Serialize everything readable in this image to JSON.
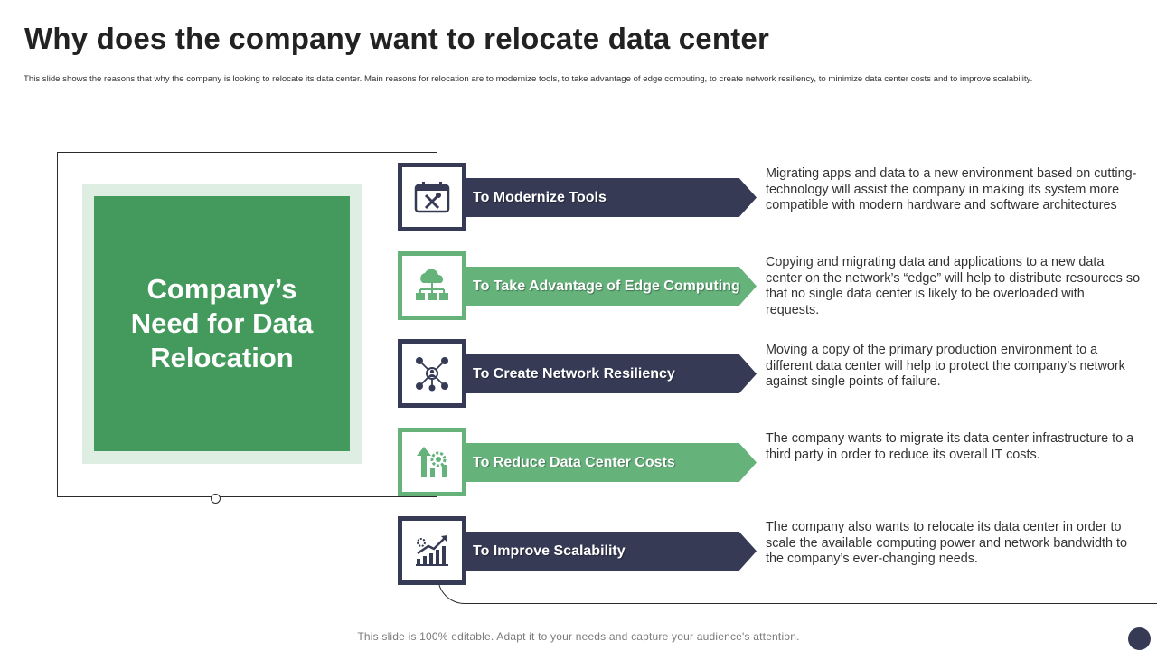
{
  "title": "Why does the company want to relocate data center",
  "subtitle": "This slide shows the reasons that why the company is looking to relocate its data center. Main reasons for relocation are to modernize tools, to take advantage of edge computing, to create network resiliency, to minimize data center costs and to improve scalability.",
  "panel_text": "Company’s Need for Data Relocation",
  "items": [
    {
      "label": "To Modernize Tools",
      "icon": "tools-calendar-icon",
      "description": "Migrating apps and data to a new environment based on cutting-technology will assist the company in making its system more compatible with modern hardware and software architectures"
    },
    {
      "label": "To Take Advantage of Edge Computing",
      "icon": "cloud-network-icon",
      "description": "Copying and  migrating data and applications to a new data center on the network’s “edge” will help to distribute resources so that no single data center is likely to be overloaded with requests."
    },
    {
      "label": "To Create Network Resiliency",
      "icon": "network-hub-icon",
      "description": "Moving a copy of the primary production environment to a different data center will help to protect the company’s network against single points of failure."
    },
    {
      "label": "To Reduce Data Center Costs",
      "icon": "cost-reduction-icon",
      "description": "The company wants to migrate its data center infrastructure to a third party in order to reduce its overall IT costs."
    },
    {
      "label": "To Improve Scalability",
      "icon": "growth-chart-icon",
      "description": "The company also wants to relocate its data center in order to scale the available computing power and network bandwidth to the company’s ever-changing needs."
    }
  ],
  "footer": "This slide is 100% editable. Adapt it to your needs and capture your audience's attention.",
  "colors": {
    "navy": "#363a55",
    "green": "#65b27b",
    "dark_green": "#449a5c",
    "light_green": "#deeee2"
  }
}
